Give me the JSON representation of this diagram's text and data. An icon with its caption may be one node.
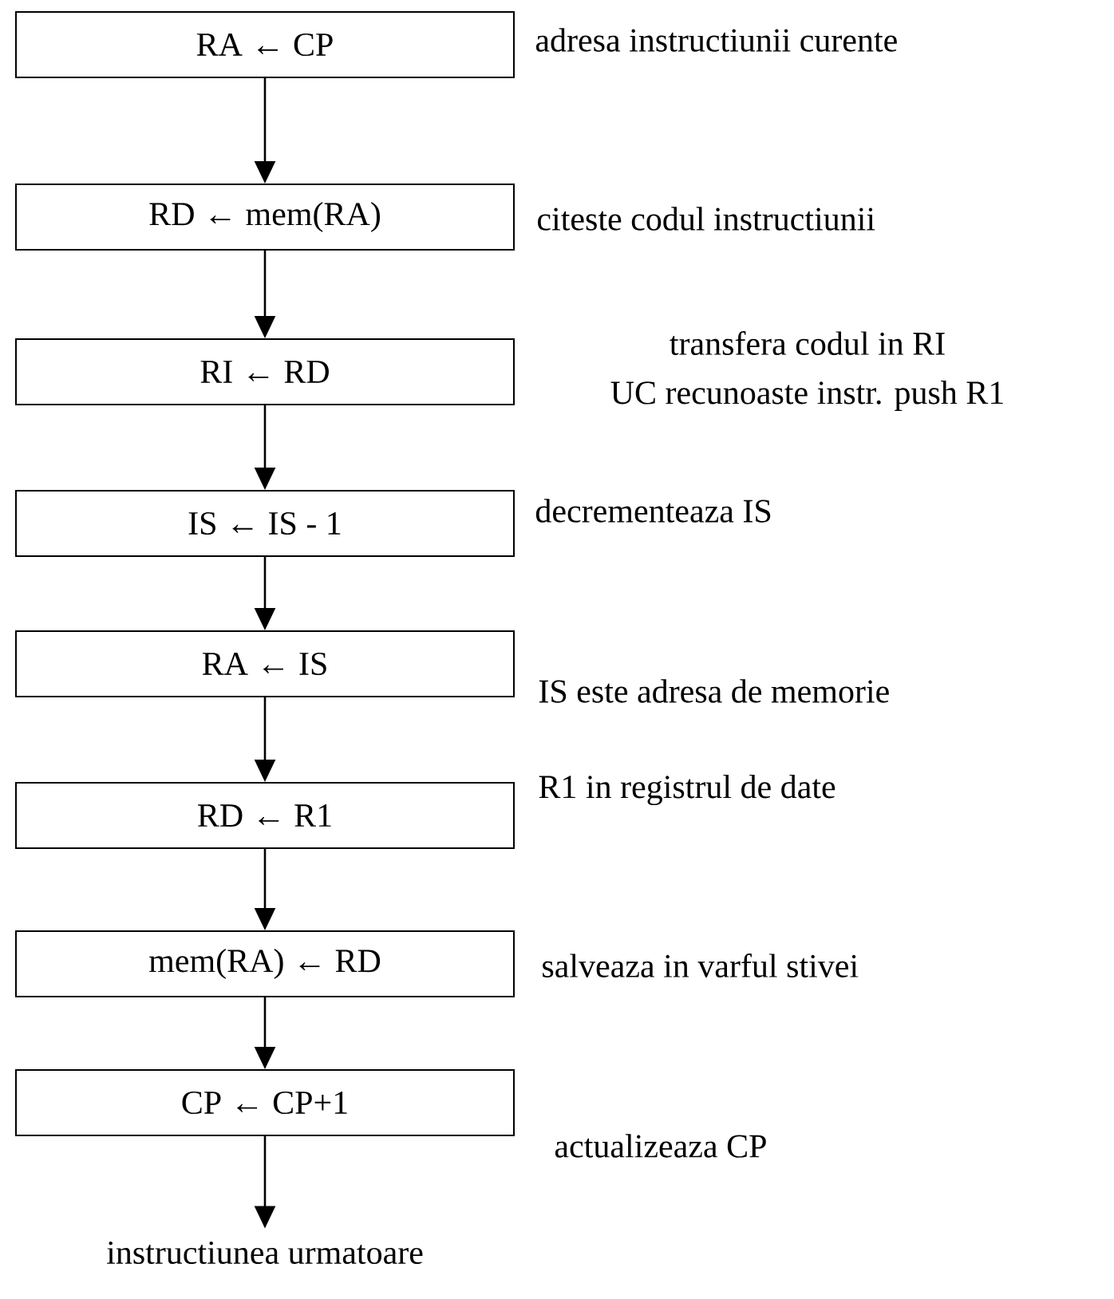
{
  "diagram": {
    "nodes": [
      {
        "text": [
          "RA ← CP"
        ],
        "beside": [
          "adresa instructiunii curente"
        ]
      },
      {
        "text": [
          "RD ← mem(RA)"
        ],
        "beside": [
          "citeste codul instructiunii"
        ]
      },
      {
        "text": [
          "RI ← RD"
        ],
        "beside": [
          "transfera codul in RI",
          "UC recunoaste instr. push R1"
        ]
      },
      {
        "text": [
          "IS ← IS - 1"
        ],
        "beside": [
          "decrementeaza IS"
        ]
      },
      {
        "text": [
          "RA ← IS"
        ],
        "beside": [
          "IS este adresa de memorie"
        ]
      },
      {
        "text": [
          "RD ← R1"
        ],
        "beside": [
          "R1 in registrul de date"
        ]
      },
      {
        "text": [
          "mem(RA) ← RD"
        ],
        "beside": [
          "salveaza in varful stivei"
        ]
      },
      {
        "text": [
          "CP ← CP+1"
        ],
        "beside": [
          "actualizeaza CP"
        ]
      },
      {
        "text": [
          "instructiunea urmatoare"
        ]
      }
    ],
    "edges": [
      {
        "from": 0,
        "to": 1,
        "arrow": "to"
      },
      {
        "from": 1,
        "to": 2,
        "arrow": "to"
      },
      {
        "from": 2,
        "to": 3,
        "arrow": "to"
      },
      {
        "from": 3,
        "to": 4,
        "arrow": "to"
      },
      {
        "from": 4,
        "to": 5,
        "arrow": "to"
      },
      {
        "from": 5,
        "to": 6,
        "arrow": "to"
      },
      {
        "from": 6,
        "to": 7,
        "arrow": "to"
      },
      {
        "from": 7,
        "to": 8,
        "arrow": "to"
      }
    ]
  }
}
